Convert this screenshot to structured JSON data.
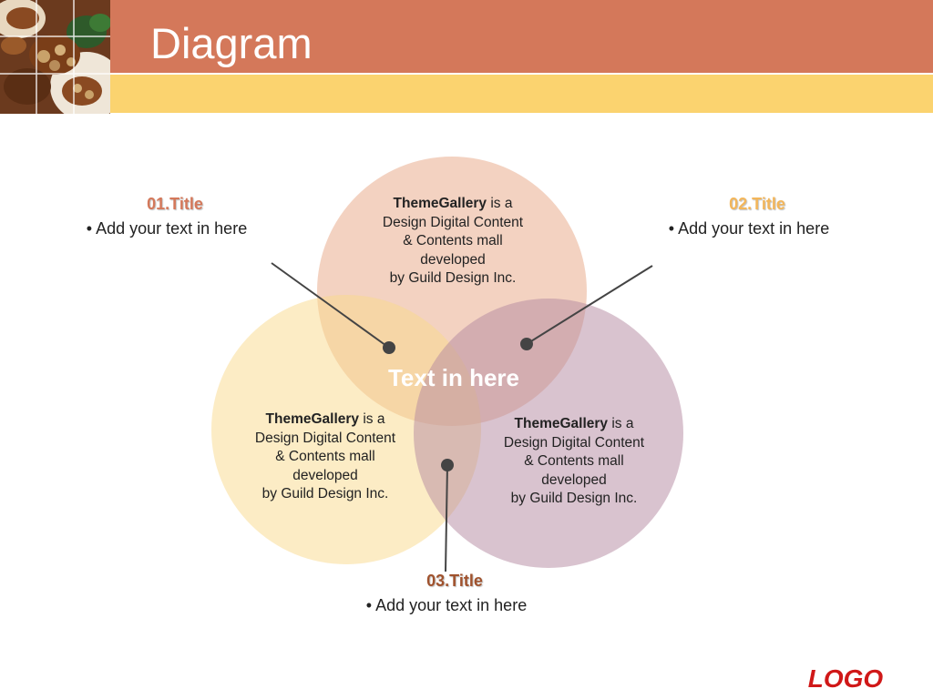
{
  "slide": {
    "title": "Diagram",
    "logo": "LOGO",
    "center_label": "Text in here"
  },
  "callouts": [
    {
      "title": "01.Title",
      "bullet": "• Add your text in here"
    },
    {
      "title": "02.Title",
      "bullet": "• Add your text in here"
    },
    {
      "title": "03.Title",
      "bullet": "• Add your text in here"
    }
  ],
  "circles": [
    {
      "name": "top",
      "brand": "ThemeGallery",
      "text_after_brand": " is a",
      "line2": "Design Digital Content",
      "line3": "& Contents mall",
      "line4": "developed",
      "line5": "by Guild Design Inc."
    },
    {
      "name": "left",
      "brand": "ThemeGallery",
      "text_after_brand": " is a",
      "line2": "Design Digital Content",
      "line3": "& Contents mall",
      "line4": "developed",
      "line5": "by Guild Design Inc."
    },
    {
      "name": "right",
      "brand": "ThemeGallery",
      "text_after_brand": " is a",
      "line2": "Design Digital Content",
      "line3": "& Contents mall",
      "line4": "developed",
      "line5": "by Guild Design Inc."
    }
  ],
  "colors": {
    "header_bar": "#D4785A",
    "header_strip": "#FBD36F",
    "circle_top": "#E8A584",
    "circle_left": "#F9D98C",
    "circle_right": "#B487A0",
    "callout_1_title": "#D4785A",
    "callout_2_title": "#F3B65A",
    "callout_3_title": "#A0522D",
    "logo": "#D01818",
    "connector": "#444444"
  },
  "icons": {
    "header_photo": "food-photo-icon"
  }
}
